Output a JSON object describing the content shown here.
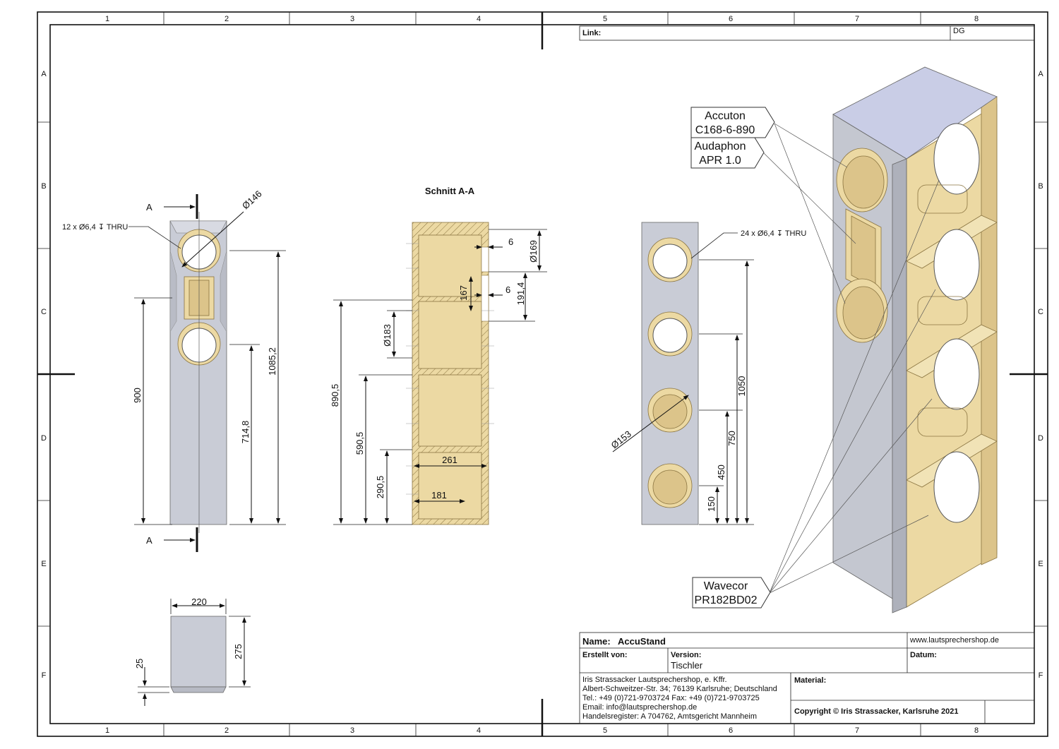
{
  "border": {
    "columns": [
      "1",
      "2",
      "3",
      "4",
      "5",
      "6",
      "7",
      "8"
    ],
    "rows": [
      "A",
      "B",
      "C",
      "D",
      "E",
      "F"
    ]
  },
  "header": {
    "link_label": "Link:",
    "initials": "DG"
  },
  "front_view": {
    "section_marker": "A",
    "holes_note": "12 x Ø6,4 ↧ THRU",
    "dia_label": "Ø146",
    "dims": {
      "height_900": "900",
      "height_714": "714,8",
      "height_1085": "1085,2"
    }
  },
  "section_view": {
    "title": "Schnitt A-A",
    "dims": {
      "d6a": "6",
      "d6b": "6",
      "d169": "Ø169",
      "d191": "191,4",
      "d167": "167",
      "d183": "Ø183",
      "d890": "890,5",
      "d590": "590,5",
      "d290": "290,5",
      "d261": "261",
      "d181": "181"
    }
  },
  "back_view": {
    "holes_note": "24 x Ø6,4 ↧ THRU",
    "dia_label": "Ø153",
    "dims": {
      "d1050": "1050",
      "d750": "750",
      "d450": "450",
      "d150": "150"
    }
  },
  "top_view": {
    "dims": {
      "d220": "220",
      "d275": "275",
      "d25": "25"
    }
  },
  "callouts": {
    "accuton": [
      "Accuton",
      "C168-6-890"
    ],
    "audaphon": [
      "Audaphon",
      "APR 1.0"
    ],
    "wavecor": [
      "Wavecor",
      "PR182BD02"
    ]
  },
  "title_block": {
    "name_label": "Name:",
    "name_value": "AccuStand",
    "website": "www.lautsprechershop.de",
    "created_label": "Erstellt von:",
    "version_label": "Version:",
    "version_value": "Tischler",
    "date_label": "Datum:",
    "address": [
      "Iris Strassacker Lautsprechershop, e. Kffr.",
      "Albert-Schweitzer-Str. 34; 76139 Karlsruhe; Deutschland",
      "Tel.: +49 (0)721-9703724 Fax: +49 (0)721-9703725",
      "Email: info@lautsprechershop.de",
      "Handelsregister: A 704762, Amtsgericht Mannheim"
    ],
    "material_label": "Material:",
    "copyright": "Copyright © Iris Strassacker, Karlsruhe 2021"
  },
  "colors": {
    "panel_grey": "#c9ccd6",
    "wood": "#ecd9a3",
    "line": "#111111"
  }
}
